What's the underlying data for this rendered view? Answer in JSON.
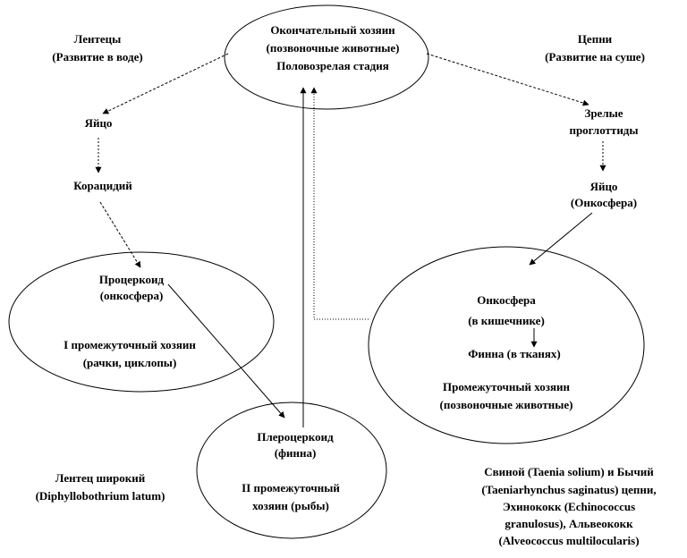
{
  "final_host": {
    "line1": "Окончательный хозяин",
    "line2": "(позвоночные животные)",
    "line3": "Половозрелая стадия"
  },
  "tapeworms_left": {
    "title": "Лентецы",
    "subtitle": "(Развитие в воде)"
  },
  "tapeworms_right": {
    "title": "Цепни",
    "subtitle": "(Развитие на суше)"
  },
  "left_chain": {
    "egg": "Яйцо",
    "coracidium": "Корацидий",
    "procercoid_line1": "Процеркоид",
    "procercoid_line2": "(онкосфера)",
    "host1_line1": "I промежуточный хозяин",
    "host1_line2": "(рачки, циклопы)",
    "plerocercoid_line1": "Плероцеркоид",
    "plerocercoid_line2": "(финна)",
    "host2_line1": "II промежуточный",
    "host2_line2": "хозяин (рыбы)"
  },
  "right_chain": {
    "mature_line1": "Зрелые",
    "mature_line2": "проглоттиды",
    "egg_line1": "Яйцо",
    "egg_line2": "(Онкосфера)",
    "oncosphere_line1": "Онкосфера",
    "oncosphere_line2": "(в кишечнике)",
    "finna": "Финна (в тканях)",
    "host_line1": "Промежуточный хозяин",
    "host_line2": "(позвоночные животные)"
  },
  "left_example": {
    "line1": "Лентец широкий",
    "line2": "(Diphyllobothrium  latum)"
  },
  "right_example": {
    "line1": "Свиной (Taenia solium)  и Бычий",
    "line2": "(Taeniarhynchus saginatus)  цепни,",
    "line3": "Эхинококк (Echinococcus",
    "line4": "granulosus),  Альвеококк",
    "line5": "(Alveococcus  multilocularis)"
  }
}
